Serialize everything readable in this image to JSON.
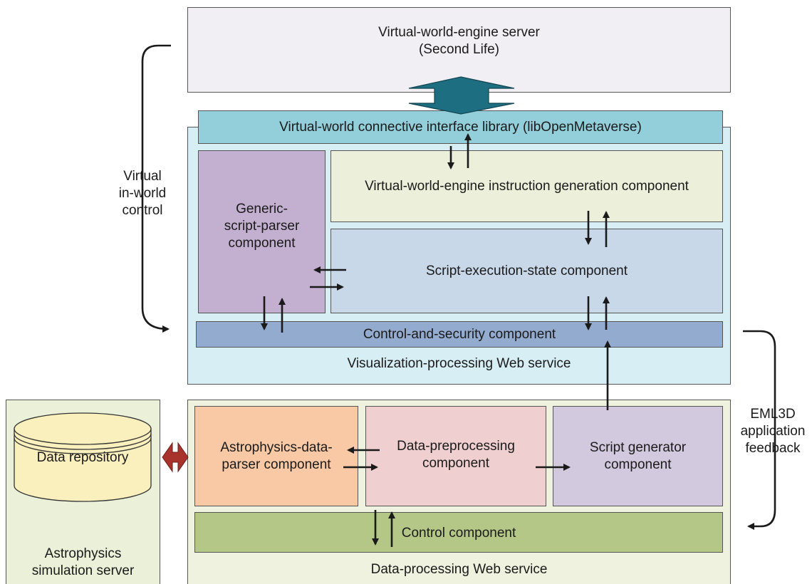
{
  "servers": {
    "virtual_world_engine": "Virtual-world-engine server\n(Second Life)",
    "astrophysics_simulation": "Astrophysics\nsimulation server"
  },
  "repository": "Data repository",
  "visualization_service": {
    "title": "Visualization-processing Web service",
    "connective_library": "Virtual-world connective interface library (libOpenMetaverse)",
    "instruction_generation": "Virtual-world-engine instruction generation component",
    "generic_parser": "Generic-\nscript-parser\ncomponent",
    "script_execution_state": "Script-execution-state component",
    "control_security": "Control-and-security component"
  },
  "data_service": {
    "title": "Data-processing Web service",
    "astro_parser": "Astrophysics-data-\nparser component",
    "preprocessing": "Data-preprocessing\ncomponent",
    "script_generator": "Script generator\ncomponent",
    "control": "Control component"
  },
  "side_labels": {
    "left": "Virtual\nin-world\ncontrol",
    "right": "EML3D\napplication\nfeedback"
  },
  "colors": {
    "server_top": "#f1eff4",
    "visualization_bg": "#d6eef4",
    "connective_library": "#93cfdb",
    "instruction_generation": "#ecf0db",
    "generic_parser": "#c3b0d1",
    "script_execution_state": "#c8d8e9",
    "control_security": "#93abce",
    "data_service_bg": "#eef2de",
    "astro_parser": "#f8c9a4",
    "preprocessing": "#efcfcf",
    "script_generator": "#d3c9de",
    "control": "#b5c786",
    "astro_server_bg": "#eaf1d8",
    "cylinder": "#faf0bd",
    "teal_arrow": "#1d6e80",
    "red_arrow": "#a8322c"
  }
}
